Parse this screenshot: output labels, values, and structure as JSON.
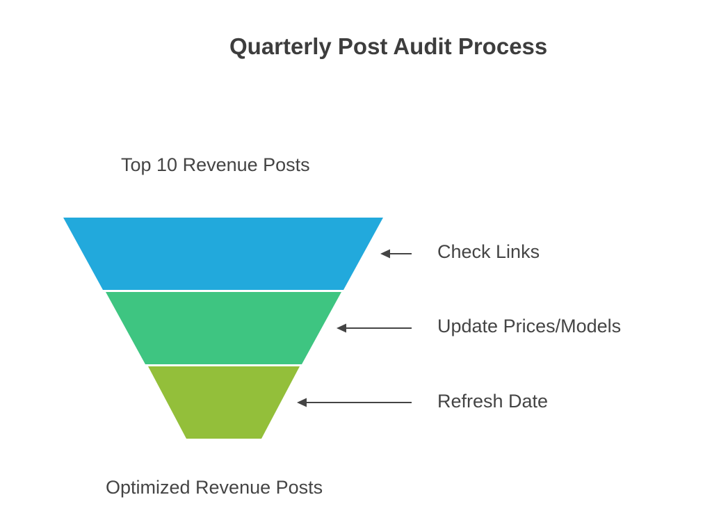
{
  "title": "Quarterly Post Audit Process",
  "input_label": "Top 10 Revenue Posts",
  "output_label": "Optimized Revenue Posts",
  "stages": [
    {
      "label": "Check Links",
      "color": "#22a9dc"
    },
    {
      "label": "Update Prices/Models",
      "color": "#3ec581"
    },
    {
      "label": "Refresh Date",
      "color": "#93bf3a"
    }
  ],
  "arrow_color": "#444444"
}
